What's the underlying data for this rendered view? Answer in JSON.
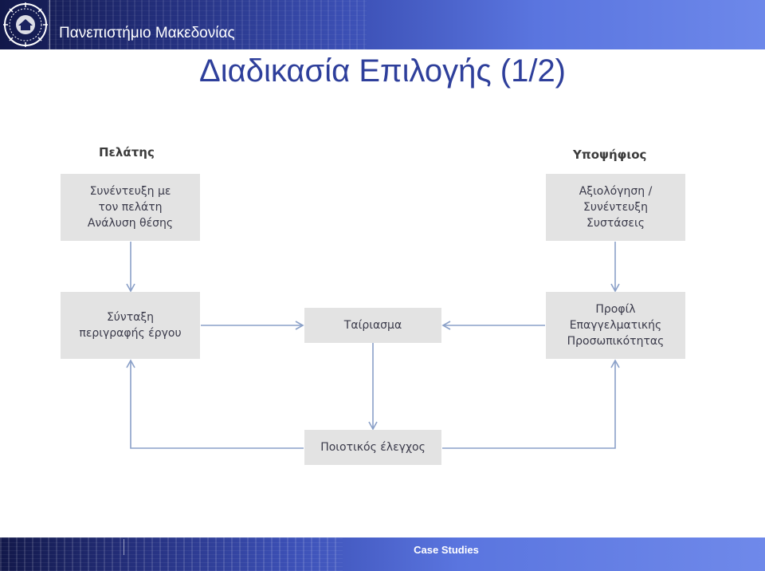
{
  "header": {
    "university_name": "Πανεπιστήμιο Μακεδονίας"
  },
  "slide": {
    "title": "Διαδικασία Επιλογής (1/2)"
  },
  "diagram": {
    "lanes": {
      "left": "Πελάτης",
      "right": "Υποψήφιος"
    },
    "nodes": {
      "client_interview": [
        "Συνέντευξη με",
        "τον πελάτη",
        "Ανάλυση θέσης"
      ],
      "job_description": [
        "Σύνταξη",
        "περιγραφής έργου"
      ],
      "matching": [
        "Ταίριασμα"
      ],
      "quality_control": [
        "Ποιοτικός έλεγχος"
      ],
      "candidate_eval": [
        "Αξιολόγηση /",
        "Συνέντευξη",
        "Συστάσεις"
      ],
      "profile": [
        "Προφίλ",
        "Επαγγελματικής",
        "Προσωπικότητας"
      ]
    },
    "edges": [
      [
        "client_interview",
        "job_description"
      ],
      [
        "job_description",
        "matching"
      ],
      [
        "profile",
        "matching"
      ],
      [
        "matching",
        "quality_control"
      ],
      [
        "quality_control",
        "job_description"
      ],
      [
        "quality_control",
        "profile"
      ],
      [
        "candidate_eval",
        "profile"
      ]
    ],
    "colors": {
      "box_fill": "#e3e3e3",
      "arrow": "#8aa0c8",
      "text": "#3a3a4a"
    }
  },
  "footer": {
    "label": "Case Studies"
  }
}
